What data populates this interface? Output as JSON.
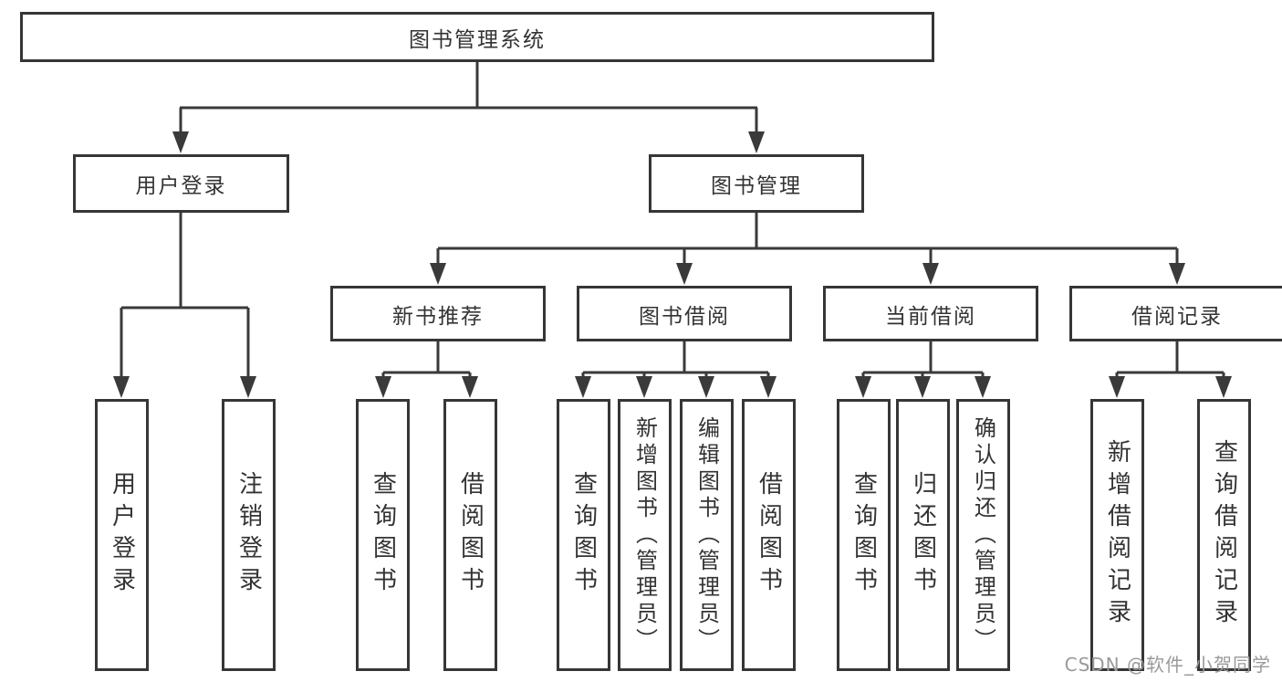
{
  "diagram": {
    "title": "图书管理系统",
    "root": {
      "label": "图书管理系统"
    },
    "branches": [
      {
        "label": "用户登录",
        "children": [
          {
            "label": "用户登录"
          },
          {
            "label": "注销登录"
          }
        ]
      },
      {
        "label": "图书管理",
        "children": [
          {
            "label": "新书推荐",
            "children": [
              {
                "label": "查询图书"
              },
              {
                "label": "借阅图书"
              }
            ]
          },
          {
            "label": "图书借阅",
            "children": [
              {
                "label": "查询图书"
              },
              {
                "label": "新增图书（管理员）"
              },
              {
                "label": "编辑图书（管理员）"
              },
              {
                "label": "借阅图书"
              }
            ]
          },
          {
            "label": "当前借阅",
            "children": [
              {
                "label": "查询图书"
              },
              {
                "label": "归还图书"
              },
              {
                "label": "确认归还（管理员）"
              }
            ]
          },
          {
            "label": "借阅记录",
            "children": [
              {
                "label": "新增借阅记录"
              },
              {
                "label": "查询借阅记录"
              }
            ]
          }
        ]
      }
    ]
  },
  "watermark": {
    "text": "CSDN @软件_小贺同学"
  },
  "colors": {
    "line": "#3a3a3a",
    "box_border": "#363636",
    "text": "#333333",
    "watermark": "#9a9a9a",
    "background": "#ffffff"
  }
}
